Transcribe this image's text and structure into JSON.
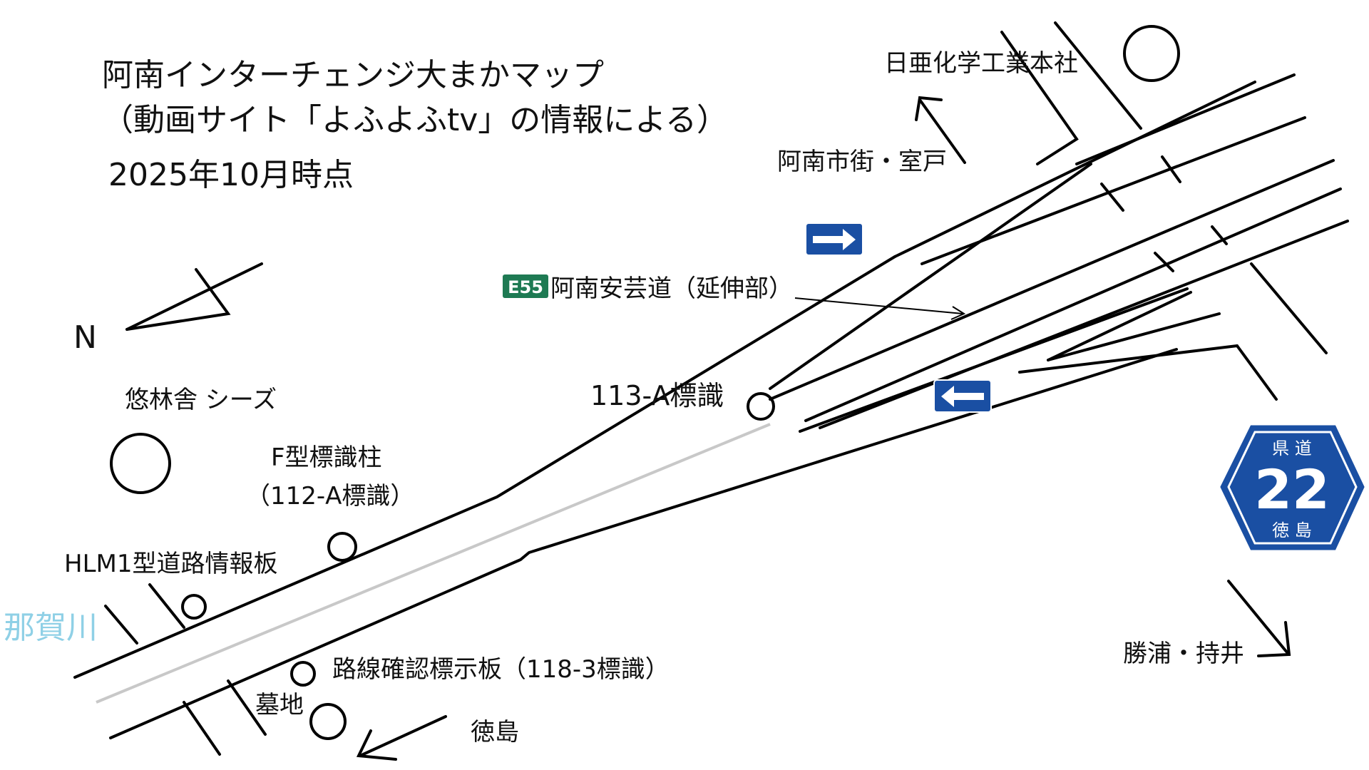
{
  "title": {
    "line1": "阿南インターチェンジ大まかマップ",
    "line2": "（動画サイト「よふよふtv」の情報による）",
    "line3": "2025年10月時点"
  },
  "compass": {
    "label": "N"
  },
  "labels": {
    "nichia": "日亜化学工業本社",
    "anan_city": "阿南市街・室戸",
    "expressway_code": "E55",
    "expressway_name": "阿南安芸道（延伸部）",
    "sign_113a": "113-A標識",
    "yurinsha": "悠林舎 シーズ",
    "f_pole_1": "F型標識柱",
    "f_pole_2": "（112-A標識）",
    "hlm": "HLM1型道路情報板",
    "nakagawa": "那賀川",
    "route_sign": "路線確認標示板（118-3標識）",
    "cemetery": "墓地",
    "tokushima": "徳島",
    "katsuura": "勝浦・持井"
  },
  "route_shield": {
    "top": "県 道",
    "number": "22",
    "bottom": "徳 島",
    "color": "#1a4fa3"
  },
  "colors": {
    "sign_blue": "#1a4fa3",
    "expressway_green": "#1e7a53",
    "river": "#8fd0e6"
  }
}
